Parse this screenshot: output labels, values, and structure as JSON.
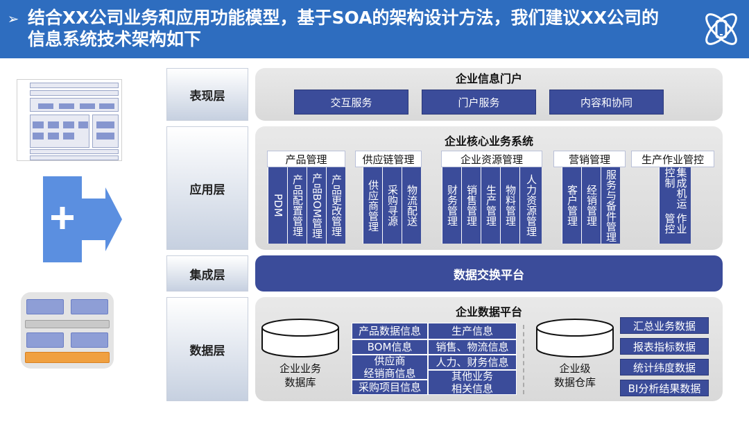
{
  "header": {
    "title": "结合XX公司业务和应用功能模型，基于SOA的架构设计方法，我们建议XX公司的信息系统技术架构如下",
    "logo_icon": "atom-phone-icon",
    "colors": {
      "bar": "#2e6dbf",
      "accent": "#3b4c9a"
    }
  },
  "layers": {
    "presentation": "表现层",
    "application": "应用层",
    "integration": "集成层",
    "data": "数据层"
  },
  "presentation": {
    "title": "企业信息门户",
    "items": [
      "交互服务",
      "门户服务",
      "内容和协同"
    ]
  },
  "application": {
    "title": "企业核心业务系统",
    "groups": [
      {
        "name": "产品管理",
        "items": [
          "PDM",
          "产品配置管理",
          "产品BOM管理",
          "产品更改管理"
        ]
      },
      {
        "name": "供应链管理",
        "items": [
          "供应商管理",
          "采购寻源",
          "物流配送"
        ]
      },
      {
        "name": "企业资源管理",
        "items": [
          "财务管理",
          "销售管理",
          "生产管理",
          "物料管理",
          "人力资源管理"
        ]
      },
      {
        "name": "营销管理",
        "items": [
          "客户管理",
          "经销管理",
          "服务与备件管理"
        ]
      },
      {
        "name": "生产作业管控",
        "items": [
          "集成机运控制",
          "作业管控"
        ]
      }
    ]
  },
  "integration": {
    "title": "数据交换平台"
  },
  "data": {
    "title": "企业数据平台",
    "left_db": "企业业务\n数据库",
    "right_db": "企业级\n数据仓库",
    "left_column": [
      "产品数据信息",
      "BOM信息",
      "供应商\n经销商信息",
      "采购项目信息"
    ],
    "right_column": [
      "生产信息",
      "销售、物流信息",
      "人力、财务信息",
      "其他业务\n相关信息"
    ],
    "outputs": [
      "汇总业务数据",
      "报表指标数据",
      "统计纬度数据",
      "BI分析结果数据"
    ]
  }
}
